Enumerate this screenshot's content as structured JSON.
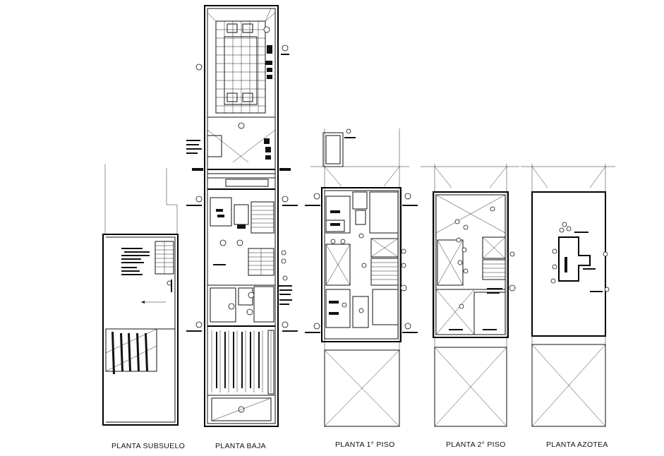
{
  "sheet": {
    "plans": [
      {
        "id": "subsuelo",
        "title": "PLANTA  SUBSUELO"
      },
      {
        "id": "baja",
        "title": "PLANTA  BAJA"
      },
      {
        "id": "piso1",
        "title": "PLANTA  1° PISO"
      },
      {
        "id": "piso2",
        "title": "PLANTA  2° PISO"
      },
      {
        "id": "azotea",
        "title": "PLANTA  AZOTEA"
      }
    ]
  }
}
